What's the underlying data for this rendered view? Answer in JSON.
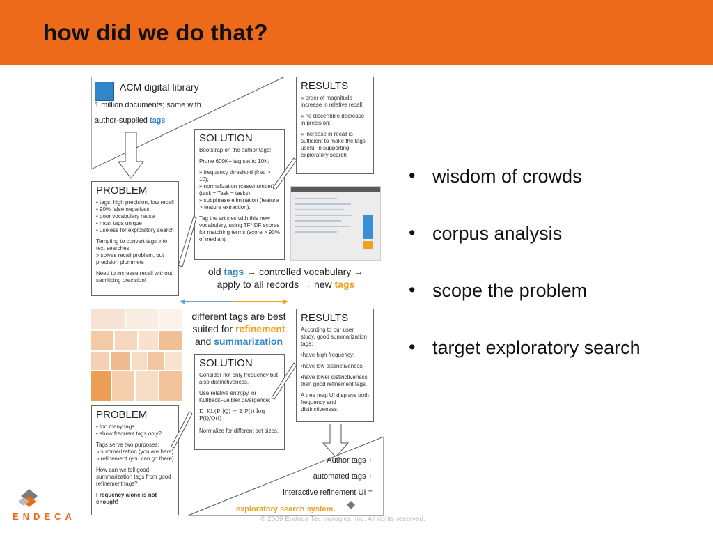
{
  "slide": {
    "title": "how did we do that?",
    "bullets": [
      "wisdom of crowds",
      "corpus analysis",
      "scope the problem",
      "target exploratory search"
    ],
    "copyright": "© 2009 Endeca Technologies, Inc. All rights reserved.",
    "logo_text": "ENDECA"
  },
  "diagram": {
    "acm": {
      "title": "ACM digital library",
      "line1": "1 million documents; some with",
      "line2": "author-supplied",
      "tags": "tags"
    },
    "results1": {
      "title": "RESULTS",
      "items": [
        "» order of magnitude increase in relative recall;",
        "» no discernible decrease in precision;",
        "» increase in recall is sufficient to make the tags useful in supporting exploratory search"
      ]
    },
    "solution1": {
      "title": "SOLUTION",
      "lines": [
        "Bootstrap on the author tags!",
        "Prune 600K+ tag set to 10K:",
        "» frequency threshold (freq > 10);",
        "» normalization (case/number) (task = Task = tasks);",
        "» subphrase elimination (feature > feature extraction).",
        "Tag the articles with this new vocabulary, using TF*IDF scores for matching terms (score > 90% of median)."
      ]
    },
    "problem1": {
      "title": "PROBLEM",
      "lines": [
        "• tags: high precision, low recall",
        "• 90% false negatives",
        "• poor vocabulary reuse",
        "• most tags unique",
        "• useless for exploratory search",
        "Tempting to convert tags into text searches",
        "» solves recall problem, but precision plummets",
        "Need to increase recall without sacrificing precision!"
      ]
    },
    "flow": {
      "line1_pre": "old",
      "line1_tags": "tags",
      "line1_post": "→ controlled vocabulary →",
      "line2_pre": "apply to all records → new",
      "line2_tags": "tags"
    },
    "middle": {
      "line1": "different tags are best",
      "line2_pre": "suited for",
      "refinement": "refinement",
      "line3_pre": "and",
      "summarization": "summarization"
    },
    "results2": {
      "title": "RESULTS",
      "lines": [
        "According to our user study, good summarization tags:",
        "•have high frequency;",
        "•have low distinctiveness;",
        "•have lower distinctiveness than good refinement tags.",
        "A tree map UI displays both frequency and distinctiveness."
      ]
    },
    "solution2": {
      "title": "SOLUTION",
      "lines": [
        "Consider not only frequency but also distinctiveness.",
        "Use relative entropy, or Kullback–Leibler divergence:",
        "D_KL(P||Q) = Σ P(i) log P(i)/Q(i)",
        "Normalize for different set sizes."
      ]
    },
    "problem2": {
      "title": "PROBLEM",
      "lines": [
        "• too many tags",
        "• show frequent tags only?",
        "Tags serve two purposes:",
        "» summarization (you are here)",
        "» refinement (you can go there)",
        "How can we tell good summarization tags from good refinement tags?",
        "Frequency alone is not enough!"
      ]
    },
    "final": {
      "line1": "Author tags +",
      "line2": "automated tags +",
      "line3": "interactive refinement UI =",
      "line4": "exploratory search system."
    },
    "colors": {
      "header_orange": "#ec6a1a",
      "tag_blue": "#2f86c9",
      "tag_orange": "#f0a020"
    }
  }
}
